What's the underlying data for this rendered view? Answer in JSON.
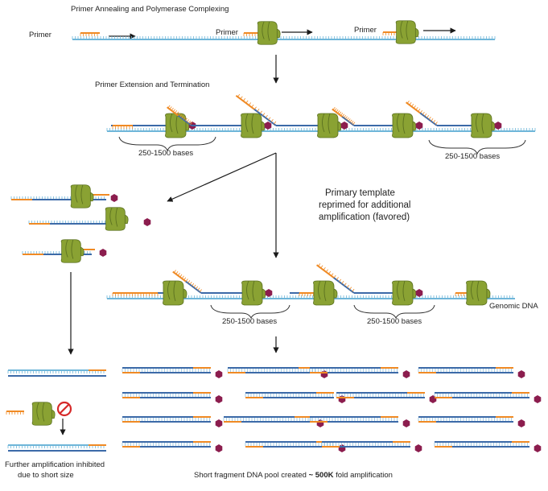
{
  "labels": {
    "step1_title": "Primer Annealing and Polymerase Complexing",
    "step2_title": "Primer Extension and Termination",
    "primer": "Primer",
    "bases_range": "250-1500 bases",
    "reprime_line1": "Primary template",
    "reprime_line2": "reprimed for additional",
    "reprime_line3": "amplification (favored)",
    "genomic_dna": "Genomic DNA",
    "inhibited_line1": "Further amplification inhibited",
    "inhibited_line2": "due to short size",
    "pool_prefix": "Short fragment DNA pool created ",
    "pool_bold": "~ 500K",
    "pool_suffix": " fold amplification"
  },
  "colors": {
    "template_strand": "#6fb6d9",
    "synth_strand": "#3c6aa8",
    "primer": "#f08a24",
    "polymerase": "#8aa233",
    "polymerase_dark": "#5b7120",
    "terminator": "#8c1d4e",
    "inhibit": "#d62a2a",
    "arrow": "#1a1a1a"
  },
  "icons": {
    "polymerase": "polymerase-icon",
    "terminator": "terminator-hexagon-icon",
    "inhibit": "inhibit-icon"
  }
}
